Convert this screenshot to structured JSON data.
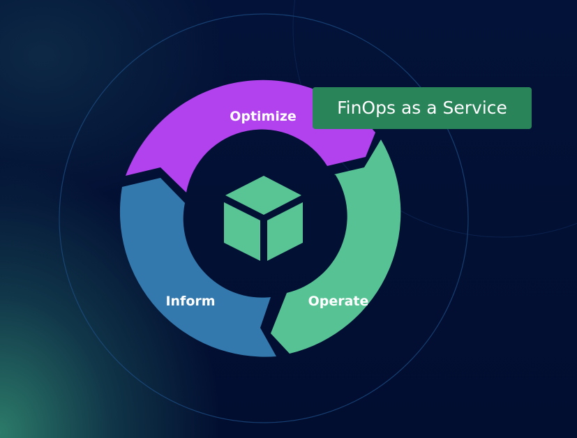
{
  "title": "FinOps as a Service",
  "cycle": {
    "segments": [
      {
        "label": "Optimize",
        "color": "#b142ee"
      },
      {
        "label": "Operate",
        "color": "#57c394"
      },
      {
        "label": "Inform",
        "color": "#3479ad"
      }
    ]
  },
  "center_icon": {
    "name": "cube-icon",
    "color": "#5ac594"
  },
  "colors": {
    "background": "#020f33",
    "badge": "#2a845a",
    "ring": "#1d4f86"
  }
}
